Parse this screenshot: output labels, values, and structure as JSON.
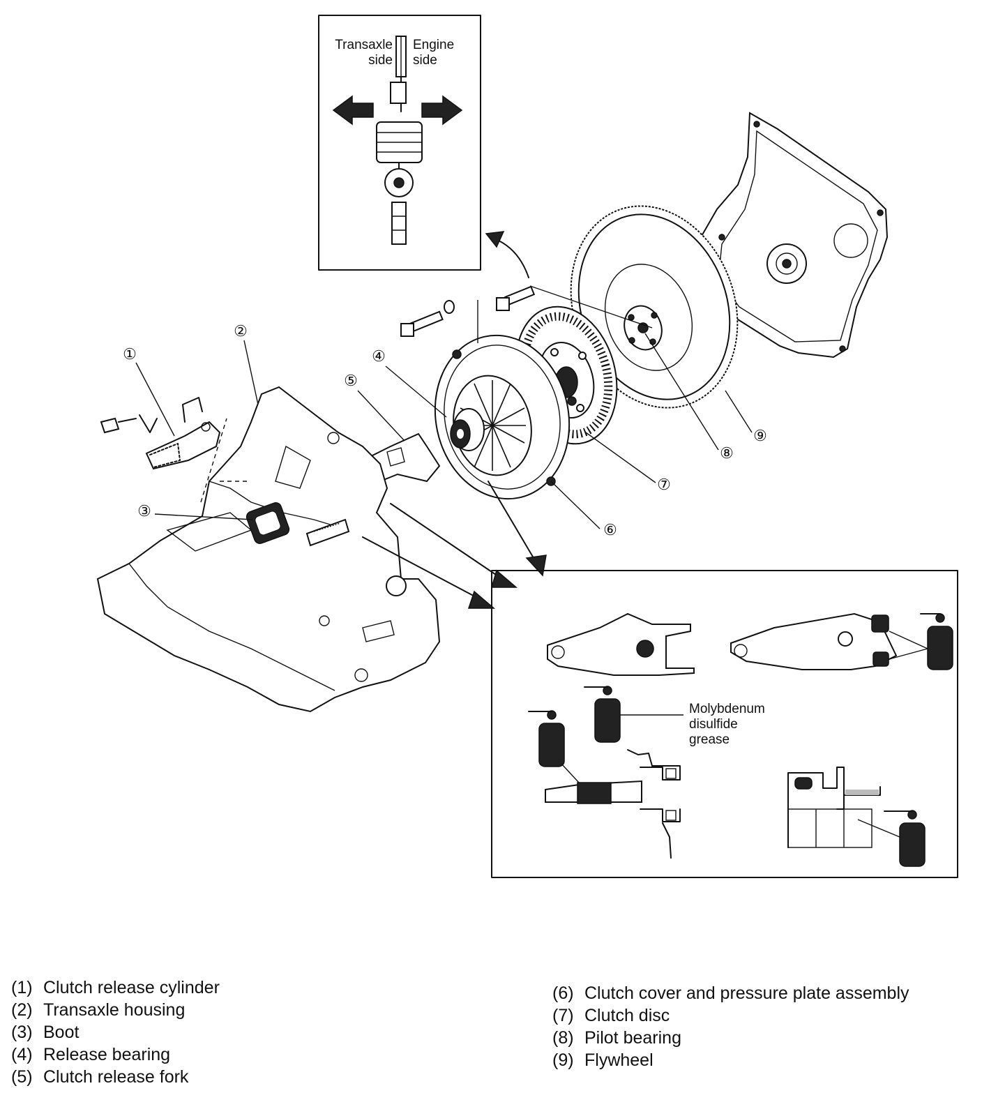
{
  "inset_top": {
    "left_label": [
      "Transaxle",
      "side"
    ],
    "right_label": [
      "Engine",
      "side"
    ]
  },
  "inset_bottom": {
    "grease_label": [
      "Molybdenum",
      "disulfide",
      "grease"
    ]
  },
  "callouts": [
    "①",
    "②",
    "③",
    "④",
    "⑤",
    "⑥",
    "⑦",
    "⑧",
    "⑨"
  ],
  "legend_left": [
    {
      "num": "(1)",
      "text": "Clutch release cylinder"
    },
    {
      "num": "(2)",
      "text": "Transaxle housing"
    },
    {
      "num": "(3)",
      "text": "Boot"
    },
    {
      "num": "(4)",
      "text": "Release bearing"
    },
    {
      "num": "(5)",
      "text": "Clutch release fork"
    }
  ],
  "legend_right": [
    {
      "num": "(6)",
      "text": "Clutch cover and pressure plate assembly"
    },
    {
      "num": "(7)",
      "text": "Clutch disc"
    },
    {
      "num": "(8)",
      "text": "Pilot bearing"
    },
    {
      "num": "(9)",
      "text": "Flywheel"
    }
  ]
}
